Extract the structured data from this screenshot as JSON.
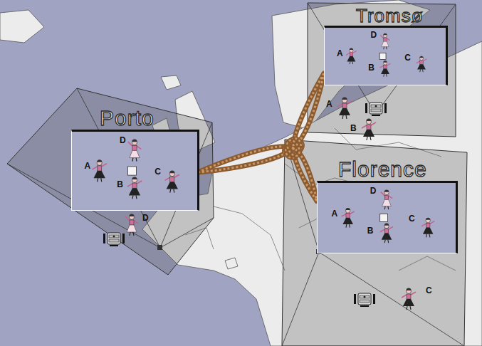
{
  "diagram": {
    "nodes": [
      {
        "text": [
          "Porto"
        ]
      },
      {
        "text": [
          "D",
          "A",
          "B",
          "C"
        ],
        "in": 0
      },
      {
        "text": [
          "Tromsø"
        ]
      },
      {
        "text": [
          "D",
          "A",
          "B",
          "C"
        ],
        "in": 2
      },
      {
        "text": [
          "Florence"
        ]
      },
      {
        "text": [
          "D",
          "A",
          "B",
          "C"
        ],
        "in": 4
      }
    ],
    "edges": [
      {
        "from": 0,
        "to": 2,
        "arrow": "none"
      },
      {
        "from": 0,
        "to": 4,
        "arrow": "none"
      },
      {
        "from": 2,
        "to": 4,
        "arrow": "none"
      }
    ],
    "labels": [
      "D",
      "A",
      "B",
      "C"
    ]
  }
}
